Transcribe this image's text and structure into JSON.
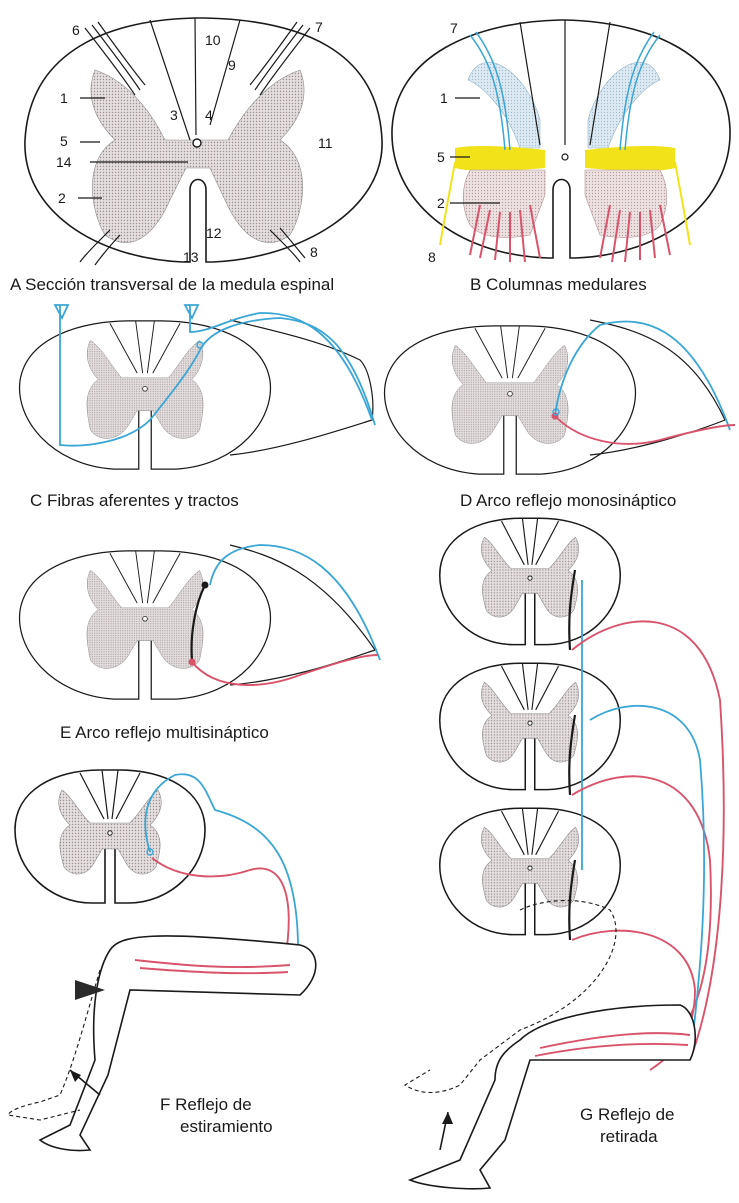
{
  "panels": {
    "A": {
      "caption": "A  Sección transversal de la medula espinal",
      "labels": [
        "1",
        "2",
        "3",
        "4",
        "5",
        "6",
        "7",
        "8",
        "9",
        "10",
        "11",
        "12",
        "13",
        "14"
      ]
    },
    "B": {
      "caption": "B  Columnas medulares",
      "labels": [
        "7",
        "1",
        "5",
        "2",
        "8"
      ]
    },
    "C": {
      "caption": "C  Fibras aferentes y tractos"
    },
    "D": {
      "caption": "D  Arco reflejo monosináptico"
    },
    "E": {
      "caption": "E  Arco reflejo multisináptico"
    },
    "F": {
      "caption_line1": "F  Reflejo de",
      "caption_line2": "estiramiento"
    },
    "G": {
      "caption_line1": "G  Reflejo de",
      "caption_line2": "retirada"
    }
  },
  "colors": {
    "afferent": "#3aa6d6",
    "efferent": "#d9536b",
    "dorsal_column": "#b9d8ee",
    "intermediate_column": "#f2e21a",
    "gray_matter": "#cfc7c7"
  }
}
